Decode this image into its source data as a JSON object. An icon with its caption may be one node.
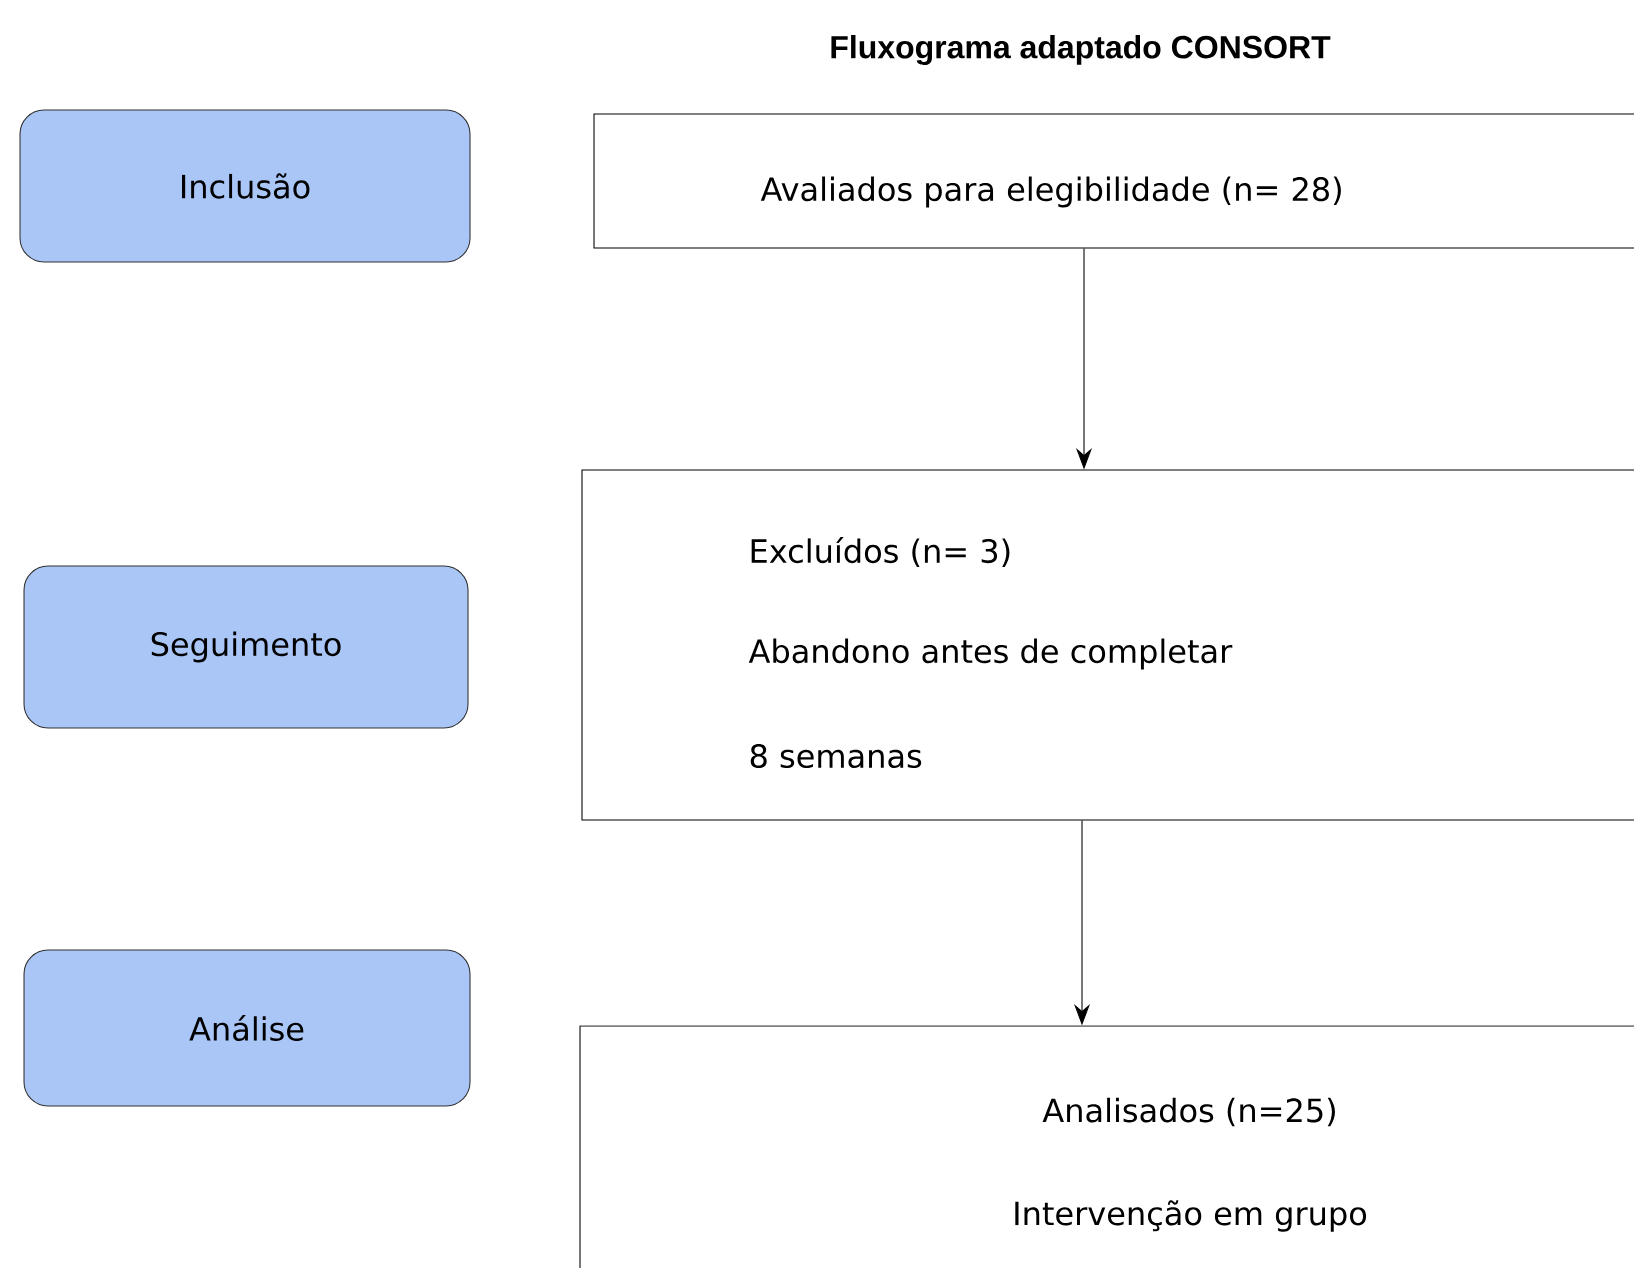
{
  "diagram": {
    "title": "Fluxograma adaptado CONSORT",
    "nodes": [
      {
        "text": [
          "Inclusão"
        ]
      },
      {
        "text": [
          "Seguimento"
        ]
      },
      {
        "text": [
          "Análise"
        ]
      },
      {
        "text": [
          "Avaliados para elegibilidade (n= 28)"
        ]
      },
      {
        "text": [
          "Excluídos (n= 3)",
          "Abandono antes de completar",
          "8 semanas"
        ]
      },
      {
        "text": [
          "Analisados (n=25)",
          "Intervenção em grupo"
        ]
      }
    ],
    "edges": [
      {
        "from": 3,
        "to": 4,
        "arrow": "to"
      },
      {
        "from": 4,
        "to": 5,
        "arrow": "to"
      }
    ]
  }
}
